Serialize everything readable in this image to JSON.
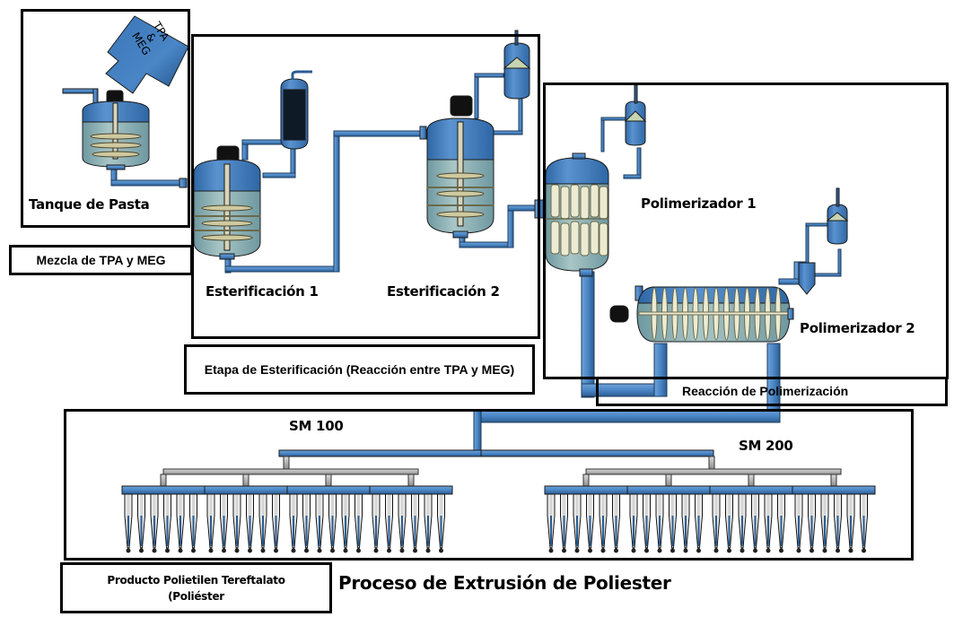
{
  "diagram": {
    "title": "Proceso de Extrusión de Poliester",
    "palette": {
      "pipe": "#4a86c6",
      "pipe_dark": "#2c5d93",
      "vessel_top": "#3f7fc4",
      "vessel_liquid": "#8fb4b8",
      "coil": "#ecebd2",
      "header_gray": "#b9b9b9",
      "outline": "#000000"
    },
    "sections": {
      "pasta": {
        "tank_label": "Tanque de Pasta",
        "caption": "Mezcla de TPA y MEG",
        "feed_arrow_lines": [
          "TPA",
          "&",
          "MEG"
        ]
      },
      "esterificacion": {
        "reactor1_label": "Esterificación 1",
        "reactor2_label": "Esterificación 2",
        "caption": "Etapa de Esterificación (Reacción entre TPA y MEG)"
      },
      "polimerizacion": {
        "reactor1_label": "Polimerizador 1",
        "reactor2_label": "Polimerizador 2",
        "caption": "Reacción de Polimerización"
      },
      "extrusion": {
        "line1_label": "SM 100",
        "line2_label": "SM 200",
        "spin_blocks_per_line": 4,
        "nozzles_per_block": 6,
        "product_caption_line1": "Producto Polietilen Tereftalato",
        "product_caption_line2": "(Poliéster"
      }
    }
  }
}
